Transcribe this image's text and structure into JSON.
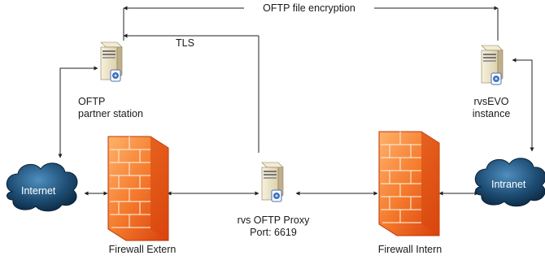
{
  "links": {
    "top_label": "OFTP file encryption",
    "tls_label": "TLS"
  },
  "nodes": {
    "partner_station": {
      "line1": "OFTP",
      "line2": "partner station",
      "icon": "server-icon"
    },
    "rvsevo": {
      "line1": "rvsEVO",
      "line2": "instance",
      "icon": "server-icon"
    },
    "proxy": {
      "line1": "rvs OFTP Proxy",
      "line2": "Port: 6619",
      "icon": "server-icon"
    },
    "internet": {
      "label": "Internet",
      "icon": "cloud-icon"
    },
    "intranet": {
      "label": "Intranet",
      "icon": "cloud-icon"
    },
    "firewall_extern": {
      "label": "Firewall Extern",
      "icon": "firewall-icon"
    },
    "firewall_intern": {
      "label": "Firewall Intern",
      "icon": "firewall-icon"
    }
  },
  "colors": {
    "line": "#222222",
    "cloud_dark": "#0e2f4a",
    "cloud_light": "#3d78a6",
    "brick_dark": "#e04a0f",
    "brick_light": "#ffb26b",
    "server_body": "#ece3c6",
    "server_side": "#bfb08a"
  }
}
